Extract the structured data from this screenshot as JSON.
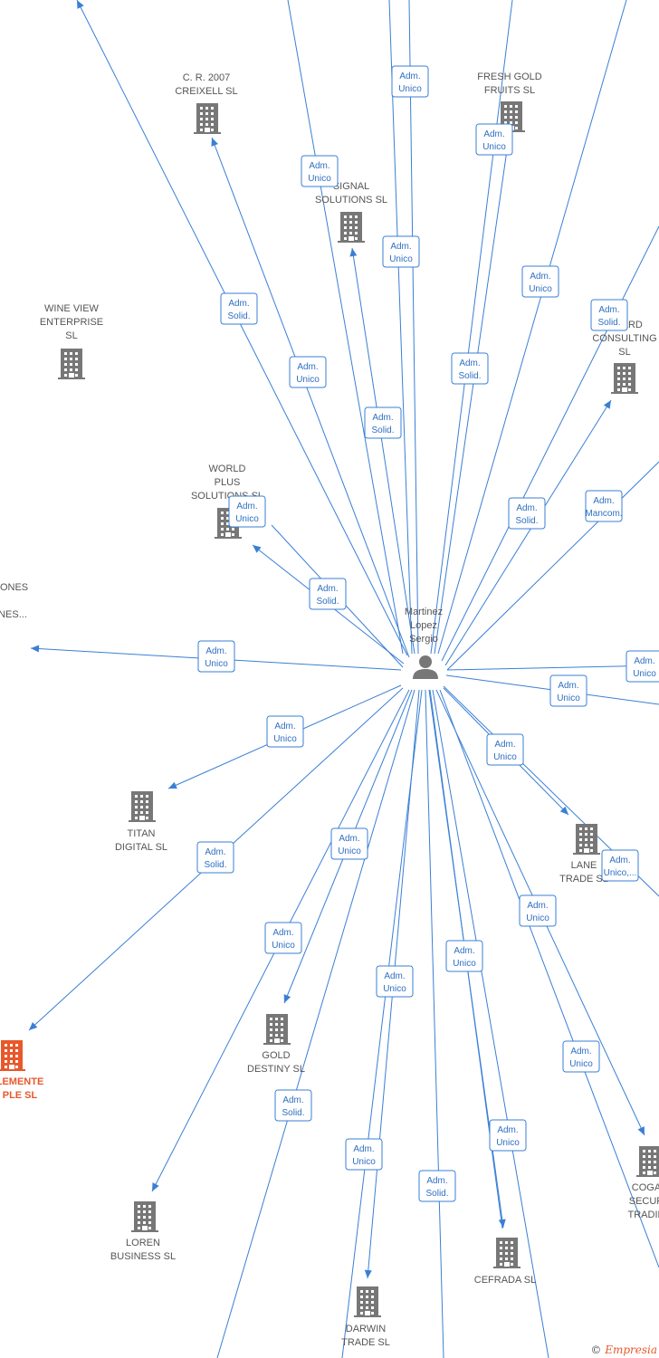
{
  "center": {
    "name_lines": [
      "Martinez",
      "Lopez",
      "Sergio"
    ],
    "icon": "person-icon"
  },
  "companies": [
    {
      "id": "cr2007",
      "lines": [
        "C. R. 2007",
        "CREIXELL SL"
      ]
    },
    {
      "id": "freshgold",
      "lines": [
        "FRESH GOLD",
        "FRUITS  SL"
      ]
    },
    {
      "id": "signal",
      "lines": [
        "SIGNAL",
        "SOLUTIONS  SL"
      ]
    },
    {
      "id": "wineview",
      "lines": [
        "WINE VIEW",
        "ENTERPRISE",
        "SL"
      ]
    },
    {
      "id": "guard",
      "lines": [
        "GUARD",
        "CONSULTING",
        "SL"
      ]
    },
    {
      "id": "worldplus",
      "lines": [
        "WORLD",
        "PLUS",
        "SOLUTIONS  SL"
      ]
    },
    {
      "id": "ionesleft",
      "lines": [
        "IONES",
        "",
        "NES..."
      ]
    },
    {
      "id": "titan",
      "lines": [
        "TITAN",
        "DIGITAL  SL"
      ]
    },
    {
      "id": "lanetrade",
      "lines": [
        "LANE",
        "TRADE  SL"
      ]
    },
    {
      "id": "lemente",
      "lines": [
        "LEMENTE",
        "PLE  SL"
      ],
      "highlight": true
    },
    {
      "id": "golddestiny",
      "lines": [
        "GOLD",
        "DESTINY  SL"
      ]
    },
    {
      "id": "coga",
      "lines": [
        "COGA",
        "SECUR",
        "TRADIN"
      ]
    },
    {
      "id": "loren",
      "lines": [
        "LOREN",
        "BUSINESS  SL"
      ]
    },
    {
      "id": "cefrada",
      "lines": [
        "CEFRADA SL"
      ]
    },
    {
      "id": "darwin",
      "lines": [
        "DARWIN",
        "TRADE  SL"
      ]
    }
  ],
  "roles": [
    {
      "lines": [
        "Adm.",
        "Unico"
      ]
    },
    {
      "lines": [
        "Adm.",
        "Unico"
      ]
    },
    {
      "lines": [
        "Adm.",
        "Unico"
      ]
    },
    {
      "lines": [
        "Adm.",
        "Unico"
      ]
    },
    {
      "lines": [
        "Adm.",
        "Unico"
      ]
    },
    {
      "lines": [
        "Adm.",
        "Solid."
      ]
    },
    {
      "lines": [
        "Adm.",
        "Solid."
      ]
    },
    {
      "lines": [
        "Adm.",
        "Unico"
      ]
    },
    {
      "lines": [
        "Adm.",
        "Solid."
      ]
    },
    {
      "lines": [
        "Adm.",
        "Solid."
      ]
    },
    {
      "lines": [
        "Adm.",
        "Solid."
      ]
    },
    {
      "lines": [
        "Adm.",
        "Unico"
      ]
    },
    {
      "lines": [
        "Adm.",
        "Mancom."
      ]
    },
    {
      "lines": [
        "Adm.",
        "Solid."
      ]
    },
    {
      "lines": [
        "Adm.",
        "Unico"
      ]
    },
    {
      "lines": [
        "Adm.",
        "Unico"
      ]
    },
    {
      "lines": [
        "Adm.",
        "Unico"
      ]
    },
    {
      "lines": [
        "Adm.",
        "Unico"
      ]
    },
    {
      "lines": [
        "Adm.",
        "Unico"
      ]
    },
    {
      "lines": [
        "Adm.",
        "Solid."
      ]
    },
    {
      "lines": [
        "Adm.",
        "Unico"
      ]
    },
    {
      "lines": [
        "Adm.",
        "Unico,..."
      ]
    },
    {
      "lines": [
        "Adm.",
        "Unico"
      ]
    },
    {
      "lines": [
        "Adm.",
        "Unico"
      ]
    },
    {
      "lines": [
        "Adm.",
        "Unico"
      ]
    },
    {
      "lines": [
        "Adm.",
        "Unico"
      ]
    },
    {
      "lines": [
        "Adm.",
        "Unico"
      ]
    },
    {
      "lines": [
        "Adm.",
        "Solid."
      ]
    },
    {
      "lines": [
        "Adm.",
        "Unico"
      ]
    },
    {
      "lines": [
        "Adm.",
        "Unico"
      ]
    },
    {
      "lines": [
        "Adm.",
        "Solid."
      ]
    },
    {
      "lines": [
        "Adm.",
        "Unico"
      ]
    }
  ],
  "colors": {
    "edge": "#3a7fd5",
    "building": "#777777",
    "highlight": "#e8582b"
  },
  "footer": {
    "copyright": "©",
    "brand": "Empresia"
  }
}
